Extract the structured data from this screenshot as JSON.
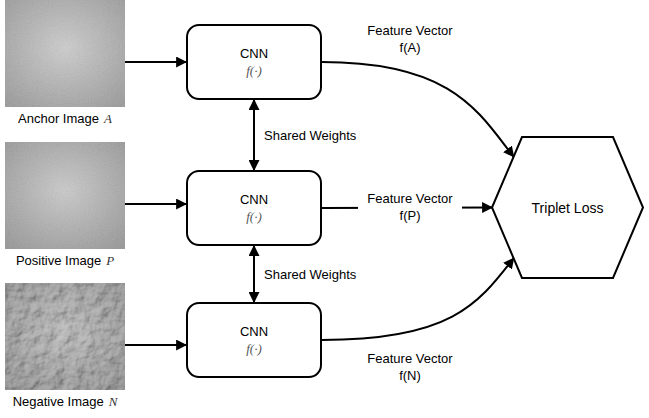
{
  "diagram": {
    "nodes": [
      {
        "text": [
          "Anchor Image",
          "A"
        ]
      },
      {
        "text": [
          "CNN",
          "f(·)"
        ]
      },
      {
        "text": [
          "Positive Image",
          "P"
        ]
      },
      {
        "text": [
          "CNN",
          "f(·)"
        ]
      },
      {
        "text": [
          "Negative Image",
          "N"
        ]
      },
      {
        "text": [
          "CNN",
          "f(·)"
        ]
      },
      {
        "text": [
          "Triplet Loss"
        ]
      }
    ],
    "edges": [
      {
        "from": 0,
        "to": 1,
        "arrow": "to"
      },
      {
        "from": 1,
        "to": 6,
        "label": "Feature Vector f(A)",
        "arrow": "to"
      },
      {
        "from": 2,
        "to": 3,
        "arrow": "to"
      },
      {
        "from": 3,
        "to": 6,
        "label": "Feature Vector f(P)",
        "arrow": "to"
      },
      {
        "from": 4,
        "to": 5,
        "arrow": "to"
      },
      {
        "from": 5,
        "to": 6,
        "label": "Feature Vector f(N)",
        "arrow": "to"
      },
      {
        "from": 1,
        "to": 3,
        "label": "Shared Weights",
        "arrow": "both"
      },
      {
        "from": 3,
        "to": 5,
        "label": "Shared Weights",
        "arrow": "both"
      }
    ]
  }
}
